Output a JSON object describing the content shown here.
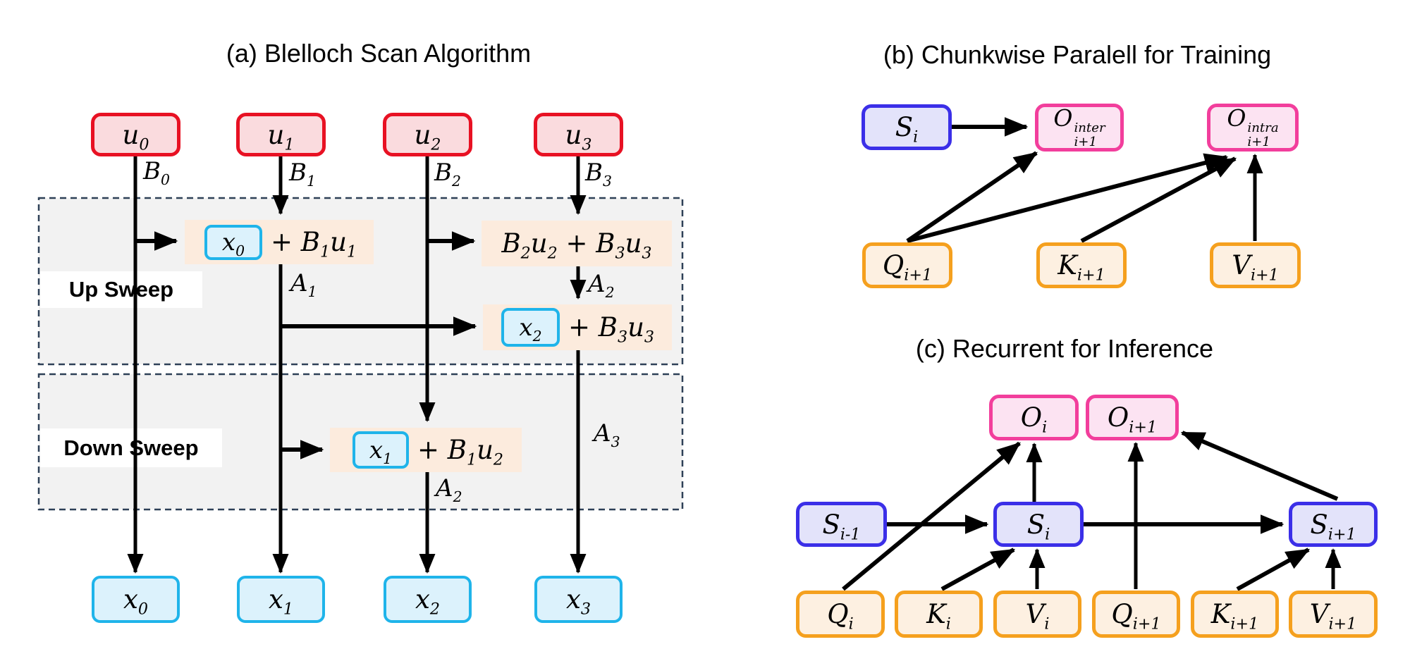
{
  "colors": {
    "red_border": "#E81123",
    "red_fill": "#FADBDE",
    "cyan_border": "#1FB4EA",
    "cyan_fill": "#DCF2FC",
    "peach_bg": "#FCEBDD",
    "region_bg": "#F2F2F2",
    "region_border": "#2E4057",
    "blue_border": "#3B2FE8",
    "blue_fill": "#E3E3FA",
    "pink_border": "#F23E9C",
    "pink_fill": "#FCE3F2",
    "orange_border": "#F5A01E",
    "orange_fill": "#FDF0E1",
    "arrow": "#000000",
    "text": "#000000"
  },
  "panel_a": {
    "title": "(a) Blelloch Scan Algorithm",
    "up_label": "Up Sweep",
    "down_label": "Down Sweep",
    "inputs": [
      "u_{0}",
      "u_{1}",
      "u_{2}",
      "u_{3}"
    ],
    "outputs": [
      "x_{0}",
      "x_{1}",
      "x_{2}",
      "x_{3}"
    ],
    "edge_labels": {
      "b0": "B_{0}",
      "b1": "B_{1}",
      "b2": "B_{2}",
      "b3": "B_{3}",
      "a1": "A_{1}",
      "a2_right": "A_{2}",
      "a2_mid": "A_{2}",
      "a3": "A_{3}"
    },
    "expr_x0": {
      "chip": "x_{0}",
      "rest": "+ B_{1}u_{1}"
    },
    "expr_b2u2": {
      "text": "B_{2}u_{2} + B_{3}u_{3}"
    },
    "expr_x2": {
      "chip": "x_{2}",
      "rest": "+ B_{3}u_{3}"
    },
    "expr_x1": {
      "chip": "x_{1}",
      "rest": "+ B_{1}u_{2}"
    }
  },
  "panel_b": {
    "title": "(b) Chunkwise Paralell for Training",
    "nodes": {
      "s_i": "S_{i}",
      "o_inter": "O^{inter}_{i+1}",
      "o_intra": "O^{intra}_{i+1}",
      "q": "Q_{i+1}",
      "k": "K_{i+1}",
      "v": "V_{i+1}"
    }
  },
  "panel_c": {
    "title": "(c) Recurrent for Inference",
    "nodes": {
      "o_i": "O_{i}",
      "o_i1": "O_{i+1}",
      "s_prev": "S_{i-1}",
      "s_i": "S_{i}",
      "s_next": "S_{i+1}",
      "q_i": "Q_{i}",
      "k_i": "K_{i}",
      "v_i": "V_{i}",
      "q_i1": "Q_{i+1}",
      "k_i1": "K_{i+1}",
      "v_i1": "V_{i+1}"
    }
  }
}
